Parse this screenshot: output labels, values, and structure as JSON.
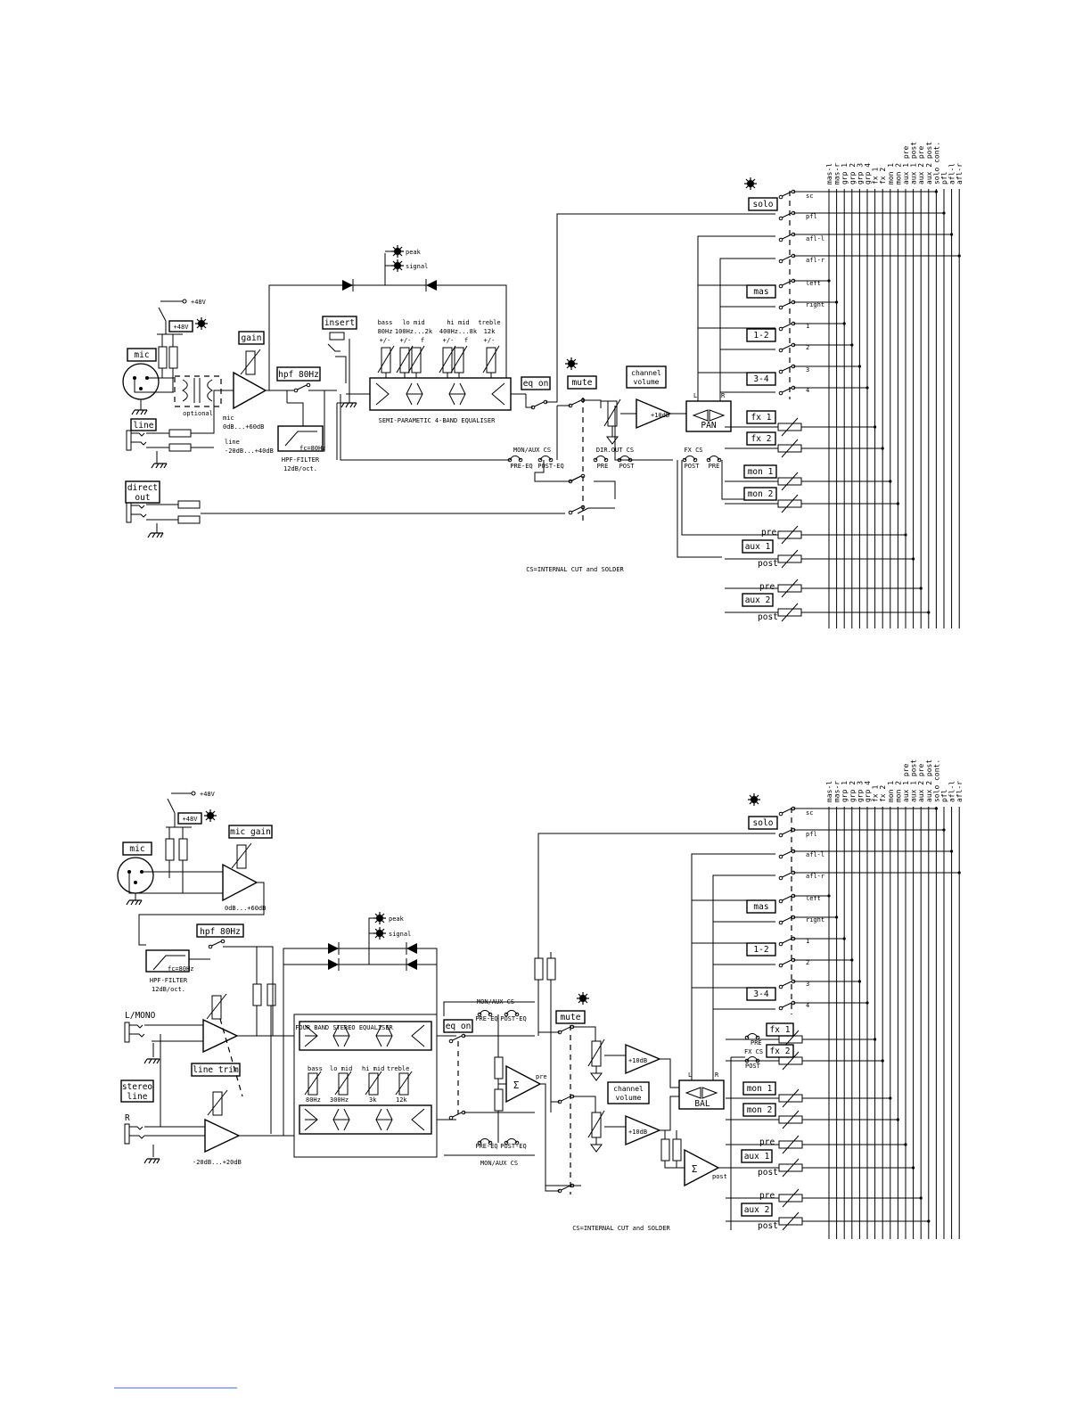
{
  "bus_labels": [
    "mas-l",
    "mas-r",
    "grp 1",
    "grp 2",
    "grp 3",
    "grp 4",
    "fx 1",
    "fx 2",
    "mon 1",
    "mon 2",
    "aux 1 pre",
    "aux 1 post",
    "aux 2 pre",
    "aux 2 post",
    "solo cont.",
    "pfl",
    "afl-l",
    "afl-r"
  ],
  "d1": {
    "mic": "mic",
    "line": "line",
    "direct_out_1": "direct",
    "direct_out_2": "out",
    "phantom": "+48V",
    "phantom_box": "+48V",
    "optional": "optional",
    "gain": "gain",
    "mic_range_1": "mic",
    "mic_range_2": "0dB...+60dB",
    "line_range_1": "line",
    "line_range_2": "-20dB...+40dB",
    "hpf": "hpf 80Hz",
    "hpf_filter_1": "HPF-FILTER",
    "hpf_filter_2": "12dB/oct.",
    "hpf_fc": "fc=80Hz",
    "insert": "insert",
    "peak": "peak",
    "signal": "signal",
    "band_bass_1": "bass",
    "band_bass_2": "80Hz",
    "band_lomid_1": "lo mid",
    "band_lomid_2": "100Hz...2k",
    "band_himid_1": "hi mid",
    "band_himid_2": "400Hz...8k",
    "band_treble_1": "treble",
    "band_treble_2": "12k",
    "pm": "+/-",
    "f": "f",
    "eq_title": "SEMI-PARAMETIC 4-BAND EQUALISER",
    "eq_on": "eq on",
    "mute": "mute",
    "channel_volume_1": "channel",
    "channel_volume_2": "volume",
    "gain_plus10": "+10dB",
    "pan": "PAN",
    "l": "L",
    "r": "R",
    "mon_aux_cs": "MON/AUX CS",
    "pre_eq": "PRE-EQ",
    "post_eq": "POST-EQ",
    "dir_out_cs": "DIR.OUT CS",
    "pre": "PRE",
    "post": "POST",
    "fx_cs": "FX CS",
    "cs_note": "CS=INTERNAL CUT and SOLDER",
    "solo": "solo",
    "sw_sc": "sc",
    "sw_pfl": "pfl",
    "sw_afl_l": "afl-l",
    "sw_afl_r": "afl-r",
    "mas": "mas",
    "left": "left",
    "right": "right",
    "g12": "1-2",
    "g34": "3-4",
    "n1": "1",
    "n2": "2",
    "n3": "3",
    "n4": "4",
    "fx1": "fx 1",
    "fx2": "fx 2",
    "mon1": "mon 1",
    "mon2": "mon 2",
    "aux1": "aux 1",
    "aux2": "aux 2",
    "lpre": "pre",
    "lpost": "post"
  },
  "d2": {
    "mic": "mic",
    "phantom": "+48V",
    "phantom_box": "+48V",
    "mic_gain": "mic gain",
    "mic_range": "0dB...+60dB",
    "hpf": "hpf 80Hz",
    "hpf_filter_1": "HPF-FILTER",
    "hpf_filter_2": "12dB/oct.",
    "hpf_fc": "fc=80Hz",
    "lmono": "L/MONO",
    "stereo_1": "stereo",
    "stereo_2": "line",
    "r_in": "R",
    "line_trim": "line trim",
    "trim_range": "-20dB...+20dB",
    "peak": "peak",
    "signal": "signal",
    "eq_title": "FOUR BAND STEREO EQUALISER",
    "band_bass": "bass",
    "band_lomid": "lo mid",
    "band_himid": "hi mid",
    "band_treble": "treble",
    "f80": "80Hz",
    "f300": "300Hz",
    "f3k": "3k",
    "f12k": "12k",
    "eq_on": "eq on",
    "mon_aux_cs": "MON/AUX CS",
    "pre_eq": "PRE-EQ",
    "post_eq": "POST-EQ",
    "sum_pre": "pre",
    "sum_post": "post",
    "sigma": "Σ",
    "mute": "mute",
    "channel_volume_1": "channel",
    "channel_volume_2": "volume",
    "gain_plus10": "+10dB",
    "bal": "BAL",
    "l": "L",
    "r": "R",
    "fx_pre": "PRE",
    "fx_cs": "FX CS",
    "fx_post": "POST",
    "cs_note": "CS=INTERNAL CUT and SOLDER",
    "solo": "solo",
    "sw_sc": "sc",
    "sw_pfl": "pfl",
    "sw_afl_l": "afl-l",
    "sw_afl_r": "afl-r",
    "mas": "mas",
    "left": "left",
    "right": "right",
    "g12": "1-2",
    "g34": "3-4",
    "n1": "1",
    "n2": "2",
    "n3": "3",
    "n4": "4",
    "fx1": "fx 1",
    "fx2": "fx 2",
    "mon1": "mon 1",
    "mon2": "mon 2",
    "aux1": "aux 1",
    "aux2": "aux 2",
    "lpre": "pre",
    "lpost": "post"
  }
}
